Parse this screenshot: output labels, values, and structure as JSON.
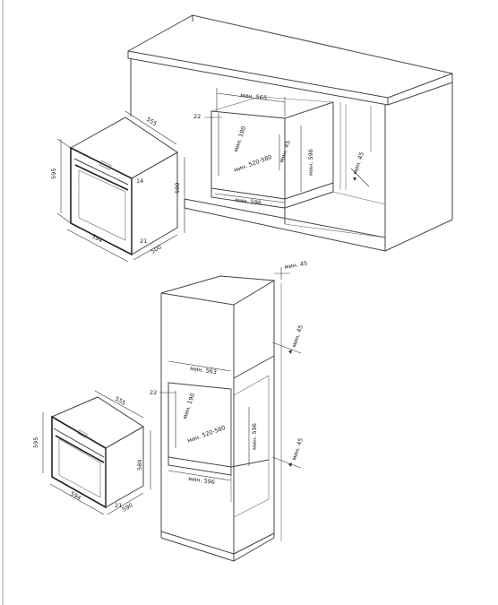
{
  "top_diagram": {
    "oven_width": "594",
    "oven_height": "595",
    "oven_depth": "555",
    "oven_body_depth": "500",
    "oven_side_height": "580",
    "oven_offset_small": "21",
    "oven_door_offset": "14",
    "niche_width_min": "мин. 565",
    "niche_gap": "22",
    "niche_min_height": "мин. 180",
    "niche_height_range": "мин. 520-580",
    "niche_vent": "мин. 45",
    "niche_depth": "мин. 596",
    "niche_bottom": "мин. 596",
    "side_vent": "мин. 45"
  },
  "bottom_diagram": {
    "oven_width": "594",
    "oven_height": "595",
    "oven_depth": "555",
    "oven_body_depth": "590",
    "oven_side_height": "580",
    "oven_offset_small": "21",
    "niche_width_min": "мин. 563",
    "niche_gap": "22",
    "niche_min_height": "мин. 190",
    "niche_height_range": "мин. 520-580",
    "niche_depth": "мин. 596",
    "niche_bottom": "мин. 596",
    "top_vent": "мин. 45",
    "mid_vent": "мин. 45",
    "low_vent": "мин. 45"
  }
}
